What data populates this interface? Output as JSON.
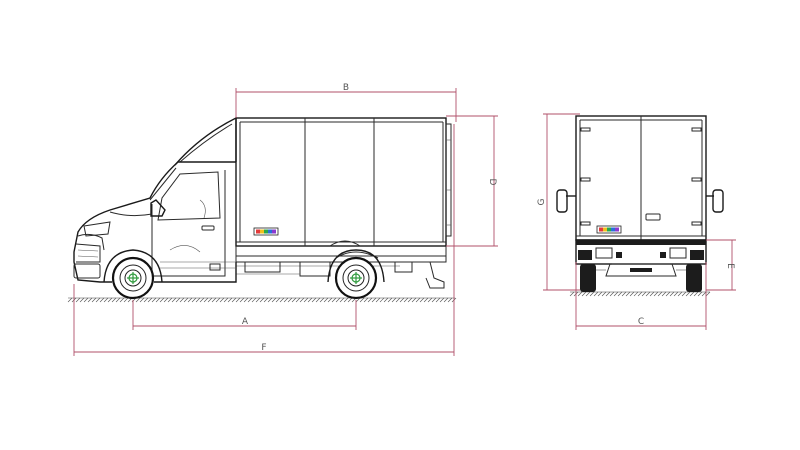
{
  "dimension_labels": {
    "A": "A",
    "B": "B",
    "C": "C",
    "D": "D",
    "E": "E",
    "F": "F",
    "G": "G"
  },
  "colors": {
    "dimension_line": "#b0506a",
    "wheel_center": "#2e9a3c",
    "logo": [
      "#e23b3b",
      "#f0c020",
      "#2aa84a",
      "#2a6fd8",
      "#8a3ad0"
    ]
  }
}
